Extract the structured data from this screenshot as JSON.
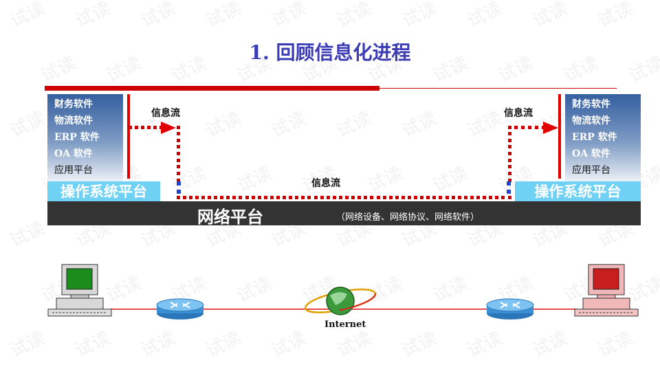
{
  "title": "1. 回顾信息化进程",
  "left_panel": {
    "items": [
      "财务软件",
      "物流软件",
      "ERP 软件",
      "OA 软件",
      "应用平台"
    ],
    "platform": "操作系统平台"
  },
  "right_panel": {
    "items": [
      "财务软件",
      "物流软件",
      "ERP 软件",
      "OA 软件",
      "应用平台"
    ],
    "platform": "操作系统平台"
  },
  "network": {
    "label": "网络平台",
    "detail": "（网络设备、网络协议、网络软件）"
  },
  "flows": {
    "left": "信息流",
    "right": "信息流",
    "middle": "信息流"
  },
  "topology": {
    "internet_label": "Internet",
    "left_terminal_screen_color": "#1c8c1c",
    "right_terminal_screen_color": "#c81e1e",
    "link_color": "#dd1111"
  },
  "watermark_text": "试读",
  "colors": {
    "title": "#3b3bb5",
    "accent_red": "#cc0000",
    "os_platform": "#6fd2f4",
    "network_bar": "#333333"
  }
}
